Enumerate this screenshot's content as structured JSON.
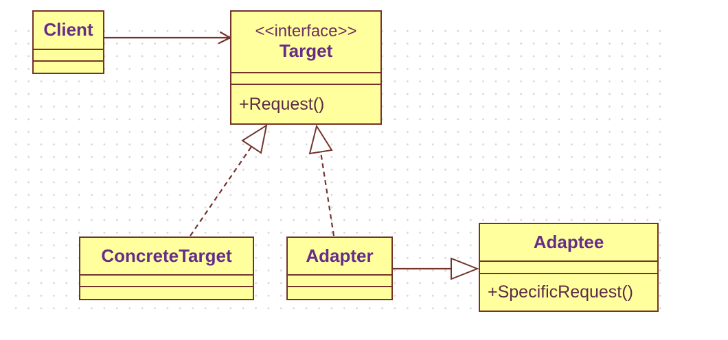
{
  "colors": {
    "canvas_bg": "#ffffff",
    "box_fill": "#ffff9d",
    "box_border": "#74332a",
    "line_color": "#74332a",
    "class_name_color": "#662c8a",
    "stereotype_color": "#6d2d62",
    "method_color": "#5e2a46",
    "grid_dot_color": "#d6d6d6"
  },
  "classes": {
    "client": {
      "name": "Client"
    },
    "target": {
      "stereotype": "<<interface>>",
      "name": "Target",
      "methods": [
        "+Request()"
      ]
    },
    "concrete_target": {
      "name": "ConcreteTarget"
    },
    "adapter": {
      "name": "Adapter"
    },
    "adaptee": {
      "name": "Adaptee",
      "methods": [
        "+SpecificRequest()"
      ]
    }
  },
  "relationships": [
    {
      "from": "Client",
      "to": "Target",
      "type": "association",
      "line": "solid-open-arrow"
    },
    {
      "from": "ConcreteTarget",
      "to": "Target",
      "type": "realization",
      "line": "dashed-hollow-triangle"
    },
    {
      "from": "Adapter",
      "to": "Target",
      "type": "realization",
      "line": "dashed-hollow-triangle"
    },
    {
      "from": "Adapter",
      "to": "Adaptee",
      "type": "generalization",
      "line": "solid-hollow-triangle"
    }
  ]
}
